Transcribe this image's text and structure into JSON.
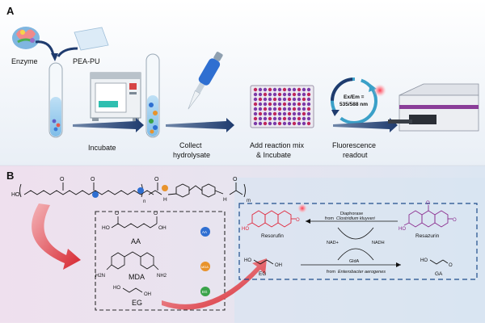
{
  "panel_a": {
    "label": "A",
    "enzyme_label": "Enzyme",
    "film_label": "PEA-PU",
    "steps": [
      {
        "line1": "Incubate",
        "line2": ""
      },
      {
        "line1": "Collect",
        "line2": "hydrolysate"
      },
      {
        "line1": "Add reaction mix",
        "line2": "& Incubate"
      },
      {
        "line1": "Fluorescence",
        "line2": "readout"
      }
    ],
    "exem": {
      "line1": "Ex/Em =",
      "line2": "535/588 nm"
    }
  },
  "panel_b": {
    "label": "B",
    "polymer": {
      "ho": "HO",
      "o": "O",
      "n": "n",
      "m": "m",
      "h": "H"
    },
    "box": {
      "aa": {
        "name": "AA",
        "ho": "HO",
        "oh": "OH",
        "o": "O",
        "badge": "AA"
      },
      "mda": {
        "name": "MDA",
        "h2n": "H2N",
        "nh2": "NH2",
        "badge": "MDA"
      },
      "eg": {
        "name": "EG",
        "ho": "HO",
        "oh": "OH",
        "badge": "EG"
      }
    },
    "assay": {
      "resorufin": "Resorufin",
      "resazurin": "Resazurin",
      "diaphorase": "Diaphorase",
      "diaphorase_from": "from",
      "diaphorase_org": "Clostridium kluyveri",
      "nad": "NAD+",
      "nadh": "NADH",
      "glda": "GldA",
      "glda_from": "from",
      "glda_org": "Enterobacter aerogenes",
      "eg": "EG",
      "ga": "GA",
      "ho": "HO",
      "oh": "OH",
      "o": "O"
    }
  },
  "colors": {
    "arrow_blue": "#1f3b6e",
    "resorufin_red": "#e0263b",
    "resazurin_purple": "#8b2d8f",
    "badge_aa": "#2f6fd1",
    "badge_mda": "#e8932c",
    "badge_eg": "#3aa34a"
  }
}
